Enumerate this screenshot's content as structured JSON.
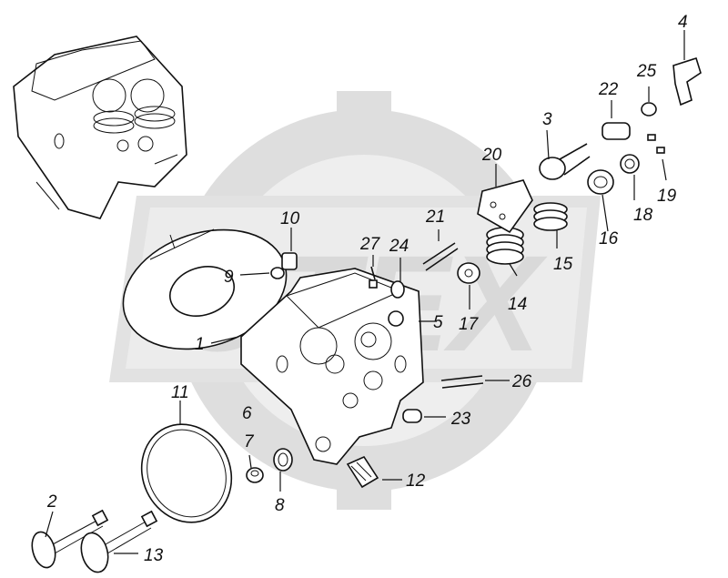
{
  "callouts": [
    {
      "id": "1",
      "text": "1"
    },
    {
      "id": "2",
      "text": "2"
    },
    {
      "id": "3",
      "text": "3"
    },
    {
      "id": "4",
      "text": "4"
    },
    {
      "id": "5",
      "text": "5"
    },
    {
      "id": "6",
      "text": "6"
    },
    {
      "id": "7",
      "text": "7"
    },
    {
      "id": "8",
      "text": "8"
    },
    {
      "id": "9",
      "text": "9"
    },
    {
      "id": "10",
      "text": "10"
    },
    {
      "id": "11",
      "text": "11"
    },
    {
      "id": "12",
      "text": "12"
    },
    {
      "id": "13",
      "text": "13"
    },
    {
      "id": "14",
      "text": "14"
    },
    {
      "id": "15",
      "text": "15"
    },
    {
      "id": "16",
      "text": "16"
    },
    {
      "id": "17",
      "text": "17"
    },
    {
      "id": "18",
      "text": "18"
    },
    {
      "id": "19",
      "text": "19"
    },
    {
      "id": "20",
      "text": "20"
    },
    {
      "id": "21",
      "text": "21"
    },
    {
      "id": "22",
      "text": "22"
    },
    {
      "id": "23",
      "text": "23"
    },
    {
      "id": "24",
      "text": "24"
    },
    {
      "id": "25",
      "text": "25"
    },
    {
      "id": "26",
      "text": "26"
    },
    {
      "id": "27",
      "text": "27"
    }
  ],
  "watermark": {
    "text": "OTEX",
    "color": "#dcdcdc"
  },
  "colors": {
    "line": "#111111",
    "background": "#ffffff"
  }
}
